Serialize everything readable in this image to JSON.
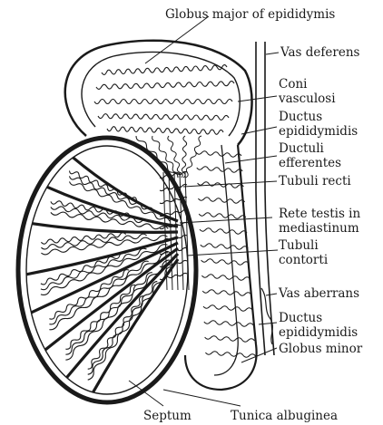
{
  "labels": {
    "globus_major": "Globus major of epididymis",
    "vas_deferens": "Vas deferens",
    "coni_vasculosi": [
      "Coni",
      "vasculosi"
    ],
    "ductus_epididymidis_top": [
      "Ductus",
      "epididymidis"
    ],
    "ductuli_efferentes": [
      "Ductuli",
      "efferentes"
    ],
    "tubuli_recti": "Tubuli recti",
    "rete_testis": [
      "Rete testis in",
      "mediastinum"
    ],
    "tubuli_contorti": [
      "Tubuli",
      "contorti"
    ],
    "vas_aberrans": "Vas aberrans",
    "ductus_epididymidis_bottom": [
      "Ductus",
      "epididymidis"
    ],
    "globus_minor": "Globus minor",
    "septum": "Septum",
    "tunica_albuginea": "Tunica albuginea"
  }
}
